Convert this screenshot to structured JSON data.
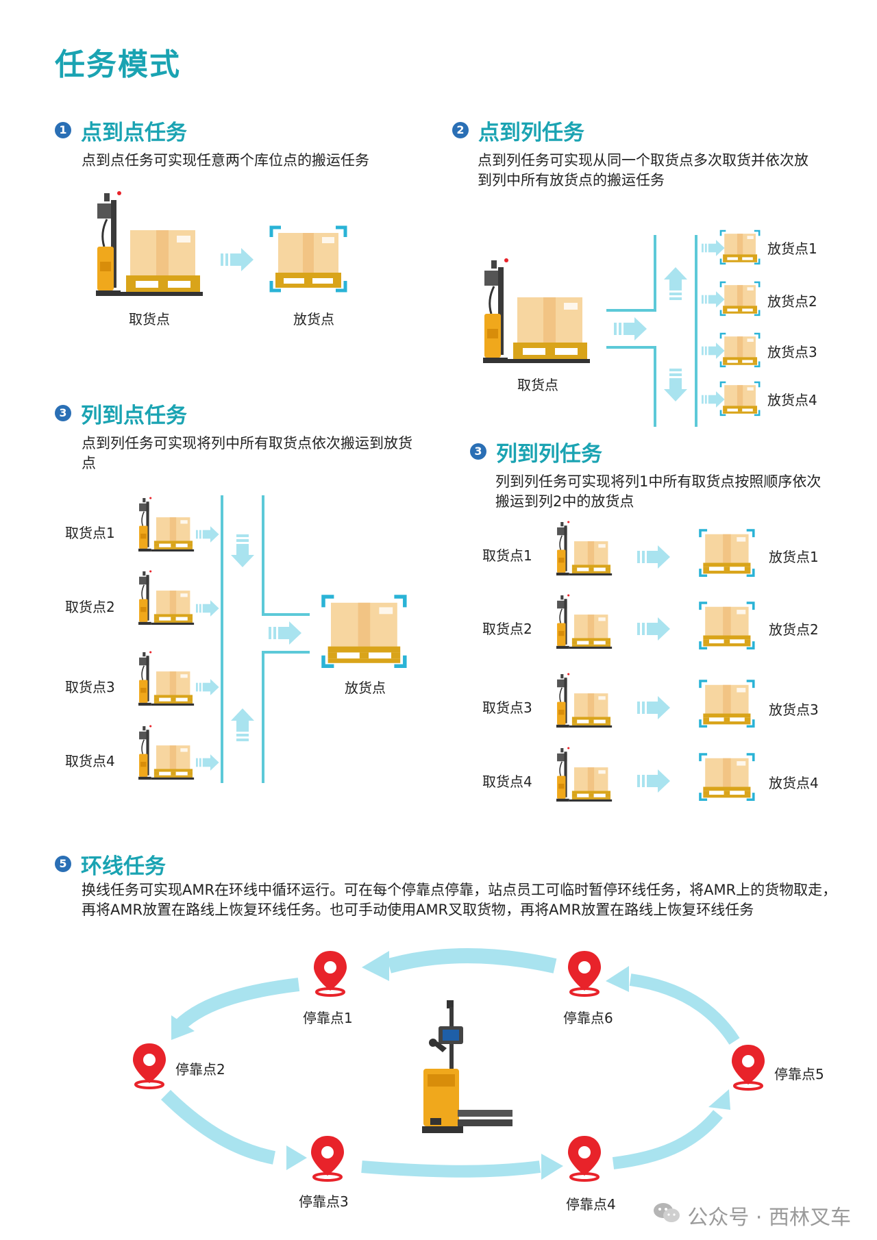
{
  "page_title": "任务模式",
  "sections": [
    {
      "num": "1",
      "title": "点到点任务",
      "desc": "点到点任务可实现任意两个库位点的搬运任务",
      "labels": [
        "取货点",
        "放货点"
      ]
    },
    {
      "num": "2",
      "title": "点到列任务",
      "desc": "点到列任务可实现从同一个取货点多次取货并依次放到列中所有放货点的搬运任务",
      "source_label": "取货点",
      "targets": [
        "放货点1",
        "放货点2",
        "放货点3",
        "放货点4"
      ]
    },
    {
      "num": "3",
      "title": "列到点任务",
      "desc": "点到列任务可实现将列中所有取货点依次搬运到放货点",
      "sources": [
        "取货点1",
        "取货点2",
        "取货点3",
        "取货点4"
      ],
      "target_label": "放货点"
    },
    {
      "num": "3",
      "title": "列到列任务",
      "desc": "列到列任务可实现将列1中所有取货点按照顺序依次搬运到列2中的放货点",
      "sources": [
        "取货点1",
        "取货点2",
        "取货点3",
        "取货点4"
      ],
      "targets": [
        "放货点1",
        "放货点2",
        "放货点3",
        "放货点4"
      ]
    },
    {
      "num": "5",
      "title": "环线任务",
      "desc": "换线任务可实现AMR在环线中循环运行。可在每个停靠点停靠，站点员工可临时暂停环线任务，将AMR上的货物取走，再将AMR放置在路线上恢复环线任务。也可手动使用AMR叉取货物，再将AMR放置在路线上恢复环线任务",
      "stops": [
        "停靠点1",
        "停靠点2",
        "停靠点3",
        "停靠点4",
        "停靠点5",
        "停靠点6"
      ]
    }
  ],
  "watermark": "公众号 · 西林叉车",
  "colors": {
    "accent": "#1aa3b2",
    "number_badge": "#2a6fb5",
    "line": "#5cc9d8",
    "arrow": "#a9e3ef",
    "box": "#f7d6a0",
    "pallet": "#d9a41a",
    "forklift": "#f0a81c",
    "pin": "#e8232a"
  }
}
